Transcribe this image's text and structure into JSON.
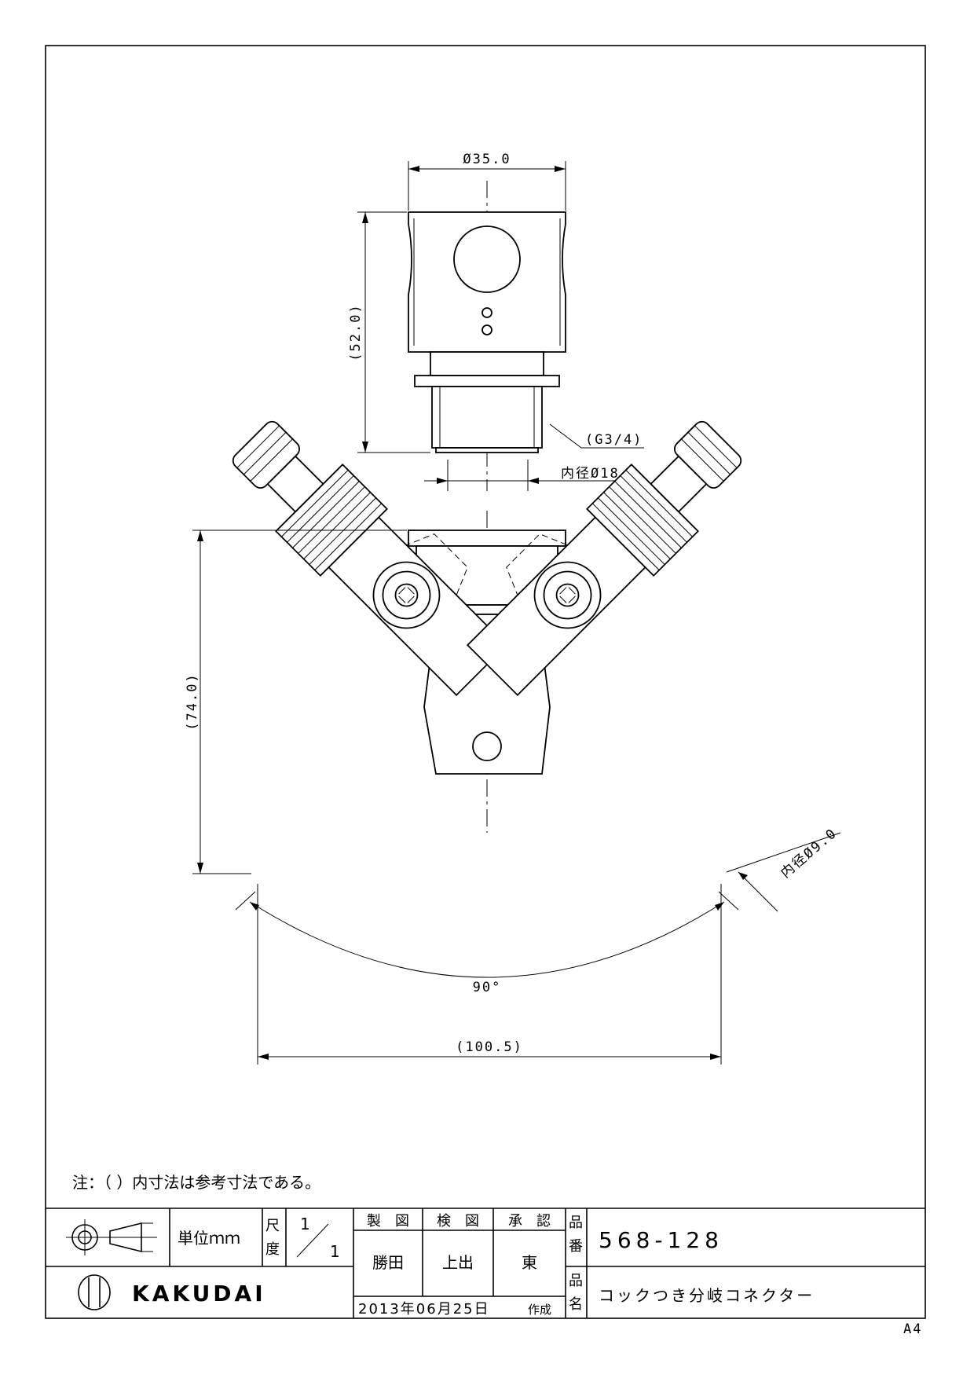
{
  "drawing": {
    "dimensions": {
      "top_width": "Ø35.0",
      "top_height": "(52.0)",
      "thread": "(G3/4)",
      "inner_top": "内径Ø18.0",
      "overall_height": "(74.0)",
      "inner_outlet": "内径Ø9.0",
      "angle": "90°",
      "overall_width": "(100.5)"
    },
    "note": "注：（ ）内寸法は参考寸法である。",
    "sheet_size": "A4"
  },
  "title_block": {
    "unit_label": "単位ｍｍ",
    "scale_label_1": "尺",
    "scale_label_2": "度",
    "scale_num": "1",
    "scale_den": "1",
    "drawn_label": "製　図",
    "checked_label": "検　図",
    "approved_label": "承　認",
    "drawn_by": "勝田",
    "checked_by": "上出",
    "approved_by": "東",
    "part_no_label_1": "品",
    "part_no_label_2": "番",
    "part_no": "568-128",
    "part_name_label_1": "品",
    "part_name_label_2": "名",
    "part_name": "コックつき分岐コネクター",
    "brand": "KAKUDAI",
    "date": "2013年06月25日",
    "created_label": "作成"
  }
}
